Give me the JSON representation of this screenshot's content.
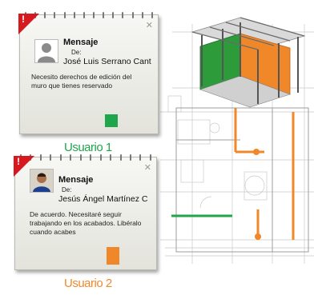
{
  "messages": [
    {
      "flag": "!",
      "title": "Mensaje",
      "from_label": "De:",
      "from_name": "José Luis Serrano Cant",
      "body": "Necesito derechos de edición del muro que tienes reservado",
      "user_label": "Usuario 1",
      "color": "#1fa54a",
      "avatar": "generic-user-icon"
    },
    {
      "flag": "!",
      "title": "Mensaje",
      "from_label": "De:",
      "from_name": "Jesús Ángel Martínez C",
      "body": "De acuerdo. Necesitaré seguir trabajando en los acabados. Libéralo cuando acabes",
      "user_label": "Usuario 2",
      "color": "#f0882a",
      "avatar": "user-photo-icon"
    }
  ]
}
